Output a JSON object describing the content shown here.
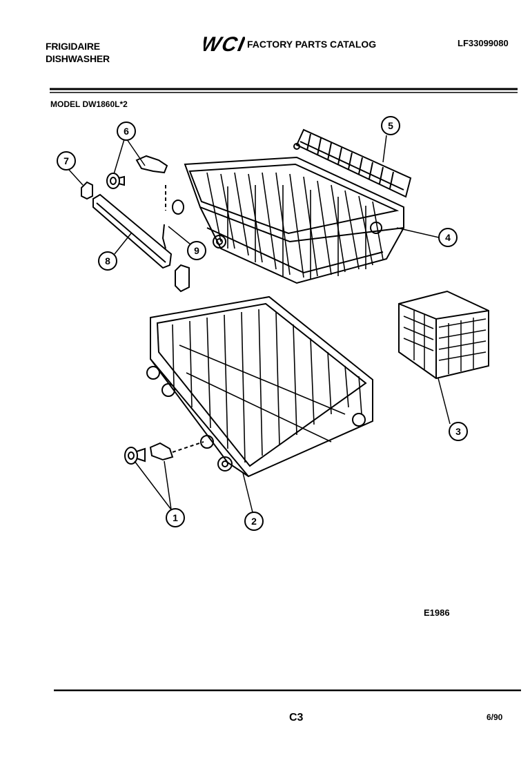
{
  "header": {
    "brand": "FRIGIDAIRE",
    "product": "DISHWASHER",
    "logo_text": "WCI",
    "catalog_title": "FACTORY PARTS CATALOG",
    "catalog_number": "LF33099080"
  },
  "model_label": "MODEL DW1860L*2",
  "diagram": {
    "callouts": [
      "1",
      "2",
      "3",
      "4",
      "5",
      "6",
      "7",
      "8",
      "9"
    ]
  },
  "diagram_code": "E1986",
  "footer": {
    "page_code": "C3",
    "date": "6/90"
  }
}
